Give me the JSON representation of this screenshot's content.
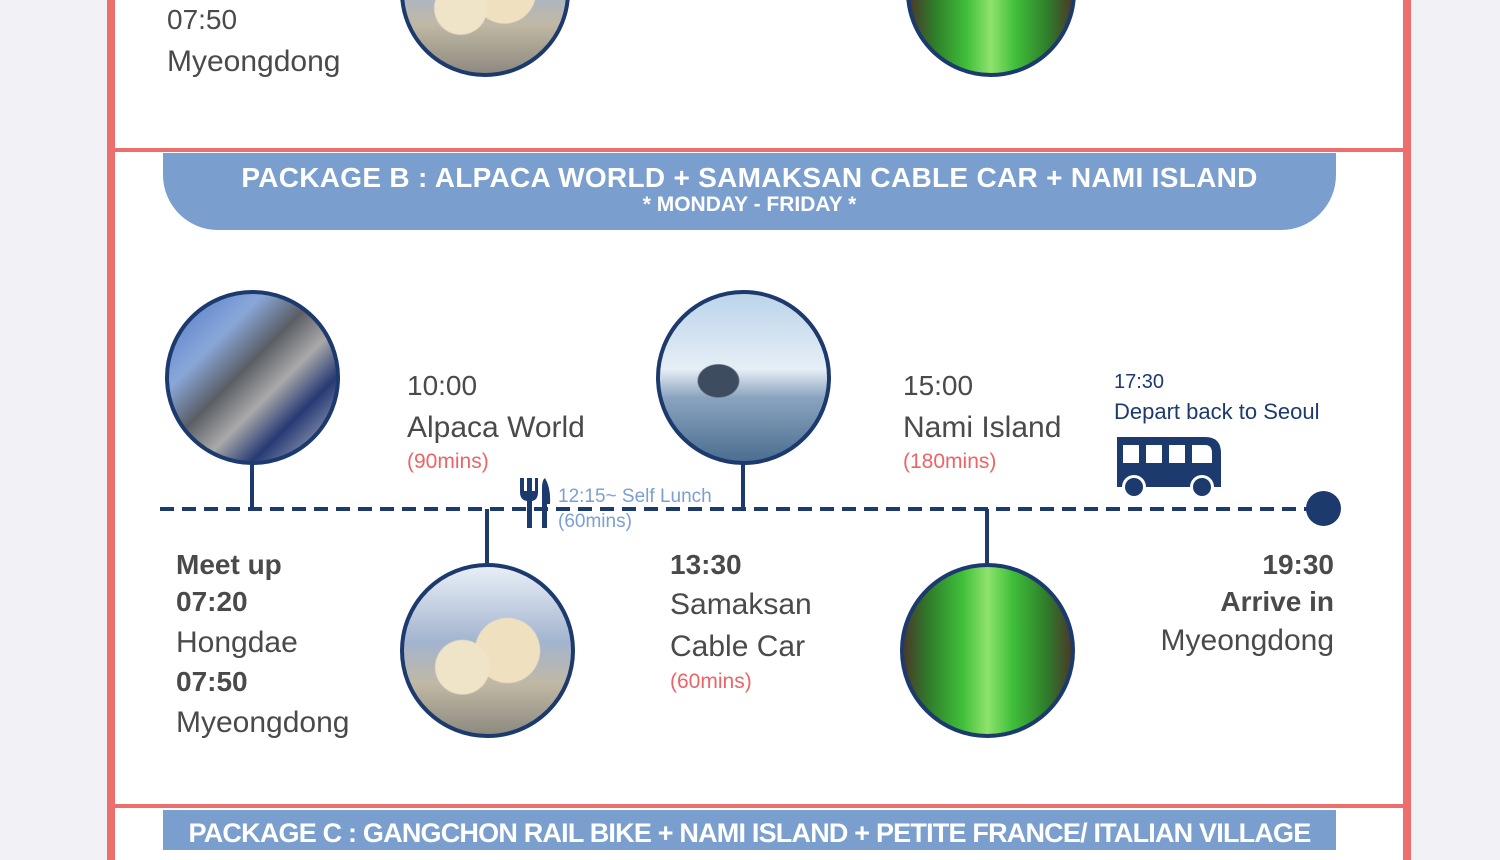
{
  "colors": {
    "frame_border": "#ec6f6e",
    "banner_bg": "#7a9fcf",
    "navy": "#1c3a6e",
    "duration_red": "#ec6466",
    "lunch_blue": "#7b9fd0",
    "text_dark": "#4a4a4a",
    "page_bg": "#f1f1f6"
  },
  "package_a_tail": {
    "time": "07:50",
    "place": "Myeongdong"
  },
  "package_b": {
    "title": "PACKAGE B : ALPACA  WORLD + SAMAKSAN CABLE CAR + NAMI ISLAND",
    "subtitle": "* MONDAY - FRIDAY *",
    "stops_top": [
      {
        "time": "10:00",
        "place": "Alpaca World",
        "duration": "(90mins)"
      },
      {
        "time": "15:00",
        "place": "Nami Island",
        "duration": "(180mins)"
      }
    ],
    "depart": {
      "time": "17:30",
      "label": "Depart back to Seoul",
      "icon": "bus-icon"
    },
    "lunch": {
      "time": "12:15~ Self Lunch",
      "duration": "(60mins)",
      "icon": "fork-knife-icon"
    },
    "meetup": {
      "label": "Meet up",
      "time1": "07:20",
      "place1": "Hongdae",
      "time2": "07:50",
      "place2": "Myeongdong"
    },
    "stops_bottom": [
      {
        "time": "13:30",
        "place_line1": "Samaksan",
        "place_line2": "Cable Car",
        "duration": "(60mins)"
      }
    ],
    "arrival": {
      "time": "19:30",
      "label": "Arrive in",
      "place": "Myeongdong"
    },
    "photos": [
      "hongdae-photo",
      "alpaca-photo",
      "cable-car-photo",
      "forest-photo"
    ]
  },
  "package_c": {
    "title": "PACKAGE C : GANGCHON RAIL BIKE + NAMI ISLAND + PETITE FRANCE/ ITALIAN VILLAGE"
  }
}
